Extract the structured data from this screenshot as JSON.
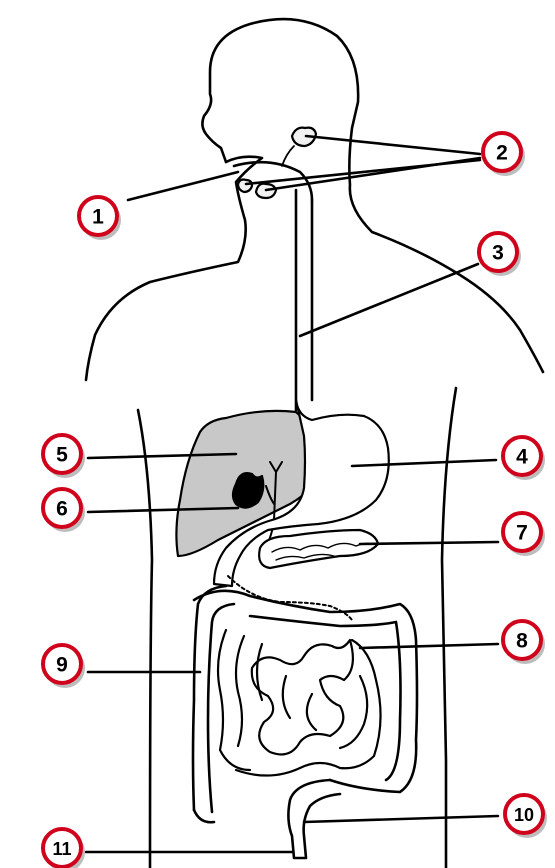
{
  "labels": [
    {
      "number": "1"
    },
    {
      "number": "2"
    },
    {
      "number": "3"
    },
    {
      "number": "4"
    },
    {
      "number": "5"
    },
    {
      "number": "6"
    },
    {
      "number": "7"
    },
    {
      "number": "8"
    },
    {
      "number": "9"
    },
    {
      "number": "10"
    },
    {
      "number": "11"
    }
  ],
  "colors": {
    "badge_ring": "#d0021b",
    "liver_fill": "#c8c8c8",
    "gallbladder_fill": "#000000",
    "outline": "#000000"
  }
}
